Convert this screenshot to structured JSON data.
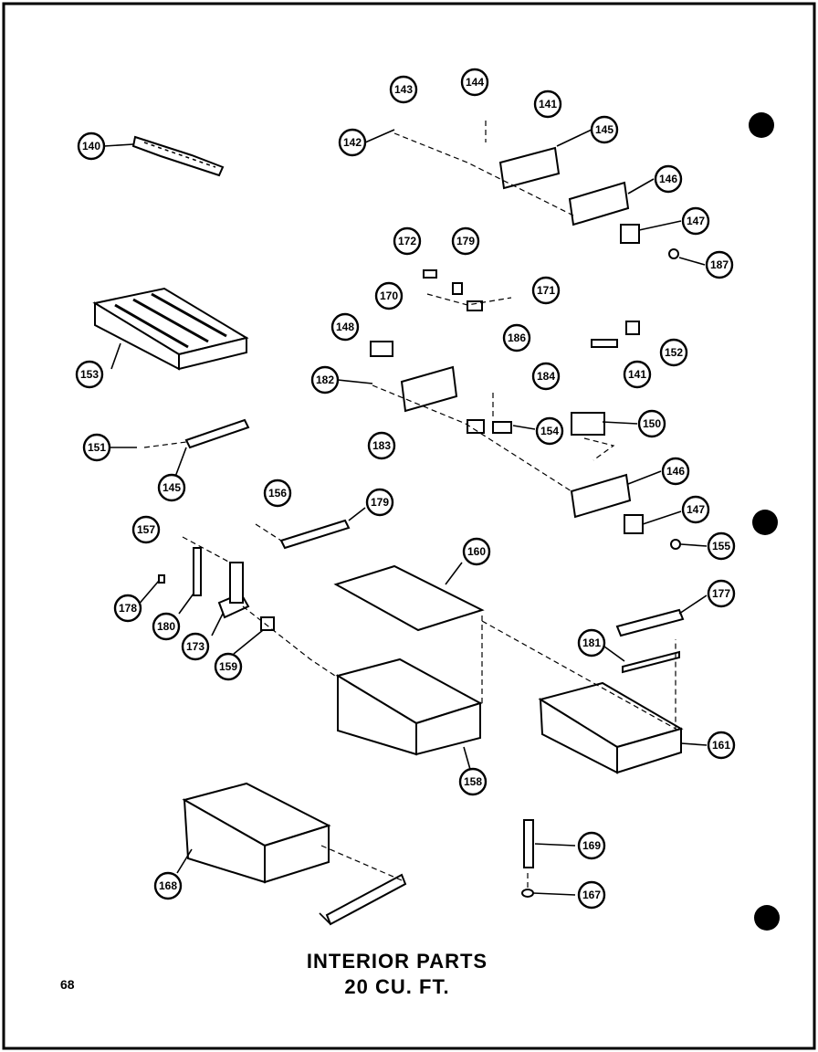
{
  "title_line_1": "INTERIOR PARTS",
  "title_line_2": "20 CU. FT.",
  "page_number": "68",
  "callouts": [
    "140",
    "143",
    "144",
    "141",
    "142",
    "145",
    "146",
    "147",
    "187",
    "172",
    "179",
    "170",
    "171",
    "186",
    "148",
    "153",
    "152",
    "141",
    "182",
    "184",
    "183",
    "154",
    "150",
    "151",
    "145",
    "146",
    "147",
    "155",
    "156",
    "179",
    "157",
    "160",
    "177",
    "178",
    "180",
    "173",
    "159",
    "181",
    "158",
    "161",
    "168",
    "169",
    "167"
  ]
}
